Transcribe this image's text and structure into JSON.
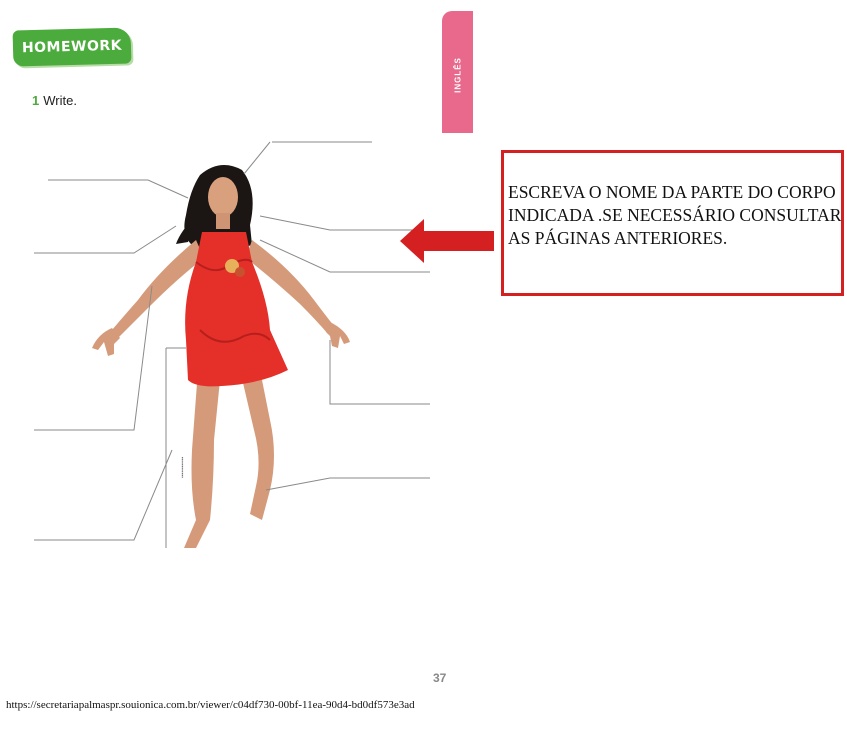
{
  "worksheet": {
    "badge": "HOMEWORK",
    "exercise_number": "1",
    "exercise_text": "Write.",
    "side_tab": "INGLÊS",
    "page_number": "37"
  },
  "note": {
    "text": "ESCREVA O NOME DA PARTE DO CORPO INDICADA .SE NECESSÁRIO CONSULTAR AS PÁGINAS ANTERIORES."
  },
  "footer": {
    "source_url": "https://secretariapalmaspr.souionica.com.br/viewer/c04df730-00bf-11ea-90d4-bd0df573e3ad"
  },
  "colors": {
    "badge_green": "#4cab3d",
    "tab_pink": "#e8698c",
    "note_red": "#d42021",
    "dress_red": "#e5302a"
  },
  "icons": {
    "pointer": "left-arrow-icon"
  }
}
